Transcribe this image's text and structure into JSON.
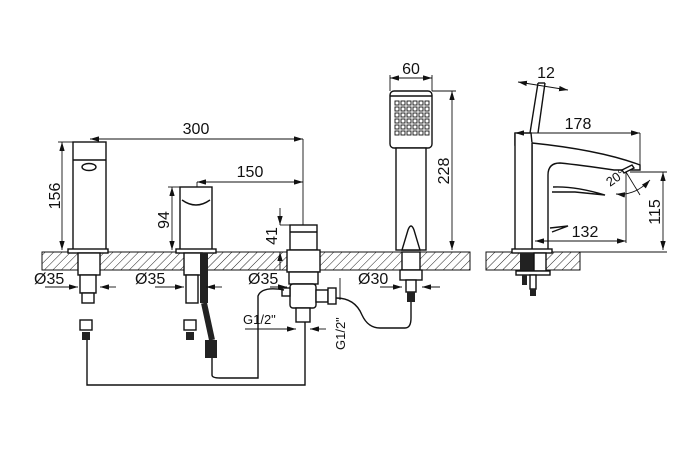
{
  "dimensions": {
    "spout_height": "156",
    "spout_to_diverter": "300",
    "handle_height": "94",
    "handle_to_diverter": "150",
    "diverter_height": "41",
    "shower_width": "60",
    "shower_height": "228",
    "lever_thickness": "12",
    "spout_reach": "178",
    "outlet_height": "115",
    "outlet_reach": "132",
    "spray_angle": "20°"
  },
  "hole_diameters": [
    "Ø35",
    "Ø35",
    "Ø35",
    "Ø30"
  ],
  "connections": [
    "G1/2\"",
    "G1/2\""
  ]
}
